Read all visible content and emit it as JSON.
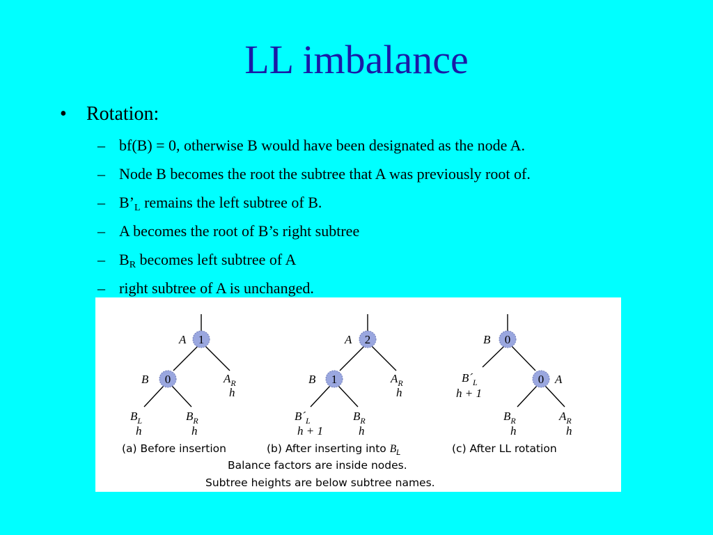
{
  "title": "LL imbalance",
  "bullet": "Rotation:",
  "items": [
    {
      "text": "bf(B) = 0, otherwise B would have been designated as the node A."
    },
    {
      "text": "Node B becomes the root the subtree that A was previously root of."
    },
    {
      "pre": "B’",
      "sub": "L",
      "post": " remains the left subtree of B."
    },
    {
      "text": "A becomes the root of B’s right subtree"
    },
    {
      "pre": "B",
      "sub": "R",
      "post": " becomes left subtree of A"
    },
    {
      "text": "right subtree of A is unchanged."
    }
  ],
  "figure": {
    "a": {
      "A": "A",
      "A_bf": "1",
      "B": "B",
      "B_bf": "0",
      "AR": "A",
      "AR_sub": "R",
      "AR_h": "h",
      "BL": "B",
      "BL_sub": "L",
      "BL_h": "h",
      "BR": "B",
      "BR_sub": "R",
      "BR_h": "h",
      "caption": "(a) Before insertion"
    },
    "b": {
      "A": "A",
      "A_bf": "2",
      "B": "B",
      "B_bf": "1",
      "AR": "A",
      "AR_sub": "R",
      "AR_h": "h",
      "BL": "B´",
      "BL_sub": "L",
      "BL_h": "h + 1",
      "BR": "B",
      "BR_sub": "R",
      "BR_h": "h",
      "caption_pre": "(b) After inserting into ",
      "caption_var": "B",
      "caption_sub": "L"
    },
    "c": {
      "B": "B",
      "B_bf": "0",
      "A": "A",
      "A_bf": "0",
      "BL": "B´",
      "BL_sub": "L",
      "BL_h": "h + 1",
      "BR": "B",
      "BR_sub": "R",
      "BR_h": "h",
      "AR": "A",
      "AR_sub": "R",
      "AR_h": "h",
      "caption": "(c) After LL rotation"
    },
    "note1": "Balance factors are inside nodes.",
    "note2": "Subtree heights are below subtree names."
  }
}
